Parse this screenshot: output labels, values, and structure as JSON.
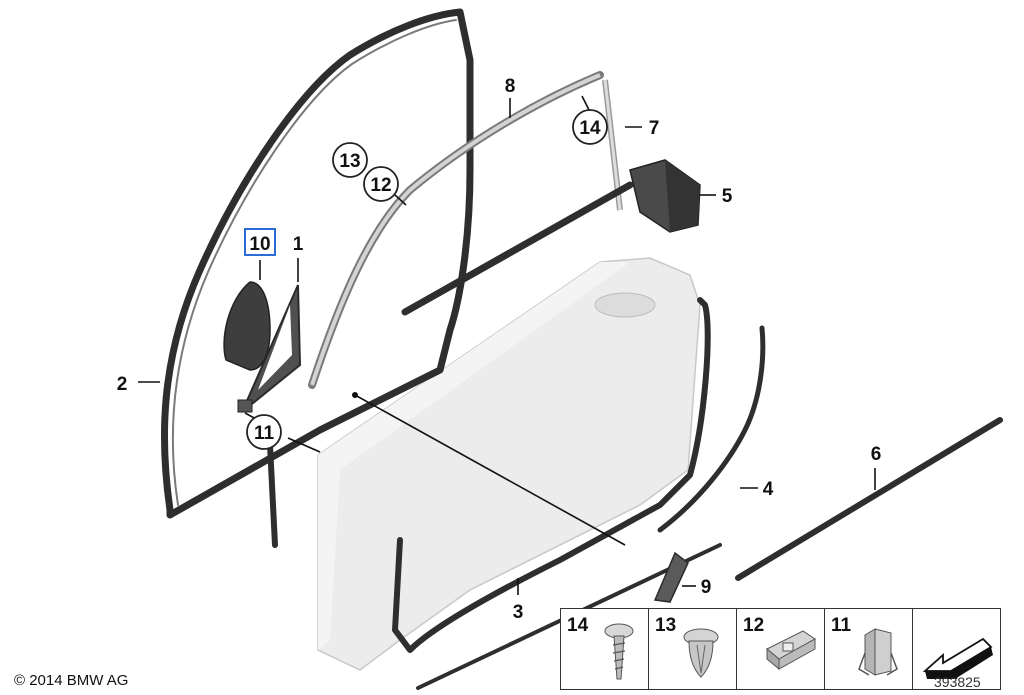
{
  "callouts": {
    "c1": "1",
    "c2": "2",
    "c3": "3",
    "c4": "4",
    "c5": "5",
    "c6": "6",
    "c7": "7",
    "c8": "8",
    "c9": "9",
    "c10": "10",
    "c11": "11",
    "c12": "12",
    "c13": "13",
    "c14": "14"
  },
  "legend": [
    "14",
    "13",
    "12",
    "11"
  ],
  "footer": {
    "copyright": "© 2014 BMW AG",
    "diagram_number": "393825"
  },
  "colors": {
    "highlight_box": "#2f6bd6",
    "seal": "#2e2e2e",
    "door_panel": "#ececec"
  }
}
